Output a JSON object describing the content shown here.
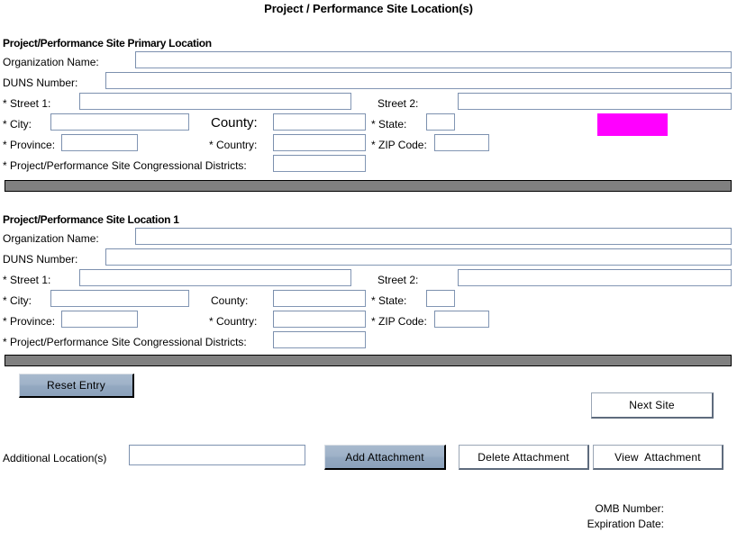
{
  "page": {
    "title": "Project / Performance Site Location(s)"
  },
  "primary_section": {
    "heading": "Project/Performance Site Primary Location",
    "fields": {
      "organization_name_label": "Organization Name:",
      "organization_name_value": "",
      "duns_number_label": "DUNS Number:",
      "duns_number_value": "",
      "street1_label": "* Street 1:",
      "street1_value": "",
      "street2_label": "Street 2:",
      "street2_value": "",
      "city_label": "* City:",
      "city_value": "",
      "county_label": "County:",
      "county_value": "",
      "state_label": "* State:",
      "state_value": "",
      "province_label": "* Province:",
      "province_value": "",
      "country_label": "* Country:",
      "country_value": "",
      "zip_label": "* ZIP Code:",
      "zip_value": "",
      "districts_label": "* Project/Performance Site Congressional Districts:",
      "districts_value": ""
    }
  },
  "location1_section": {
    "heading": "Project/Performance Site Location 1",
    "fields": {
      "organization_name_label": "Organization Name:",
      "organization_name_value": "",
      "duns_number_label": "DUNS Number:",
      "duns_number_value": "",
      "street1_label": "* Street 1:",
      "street1_value": "",
      "street2_label": "Street 2:",
      "street2_value": "",
      "city_label": "* City:",
      "city_value": "",
      "county_label": "County:",
      "county_value": "",
      "state_label": "* State:",
      "state_value": "",
      "province_label": "* Province:",
      "province_value": "",
      "country_label": "* Country:",
      "country_value": "",
      "zip_label": "* ZIP Code:",
      "zip_value": "",
      "districts_label": "* Project/Performance Site Congressional Districts:",
      "districts_value": ""
    }
  },
  "actions": {
    "reset_entry": "Reset Entry",
    "next_site": "Next Site",
    "additional_locations_label": "Additional Location(s)",
    "additional_locations_value": "",
    "add_attachment": "Add Attachment",
    "delete_attachment": "Delete Attachment",
    "view_attachment": "View  Attachment"
  },
  "footer": {
    "omb_number": "OMB Number:",
    "expiration_date": "Expiration Date:"
  },
  "colors": {
    "highlight_magenta": "#ff00ff",
    "separator_gray": "#808080",
    "button_blue": "#93a8c0",
    "field_border": "#8296b4"
  }
}
